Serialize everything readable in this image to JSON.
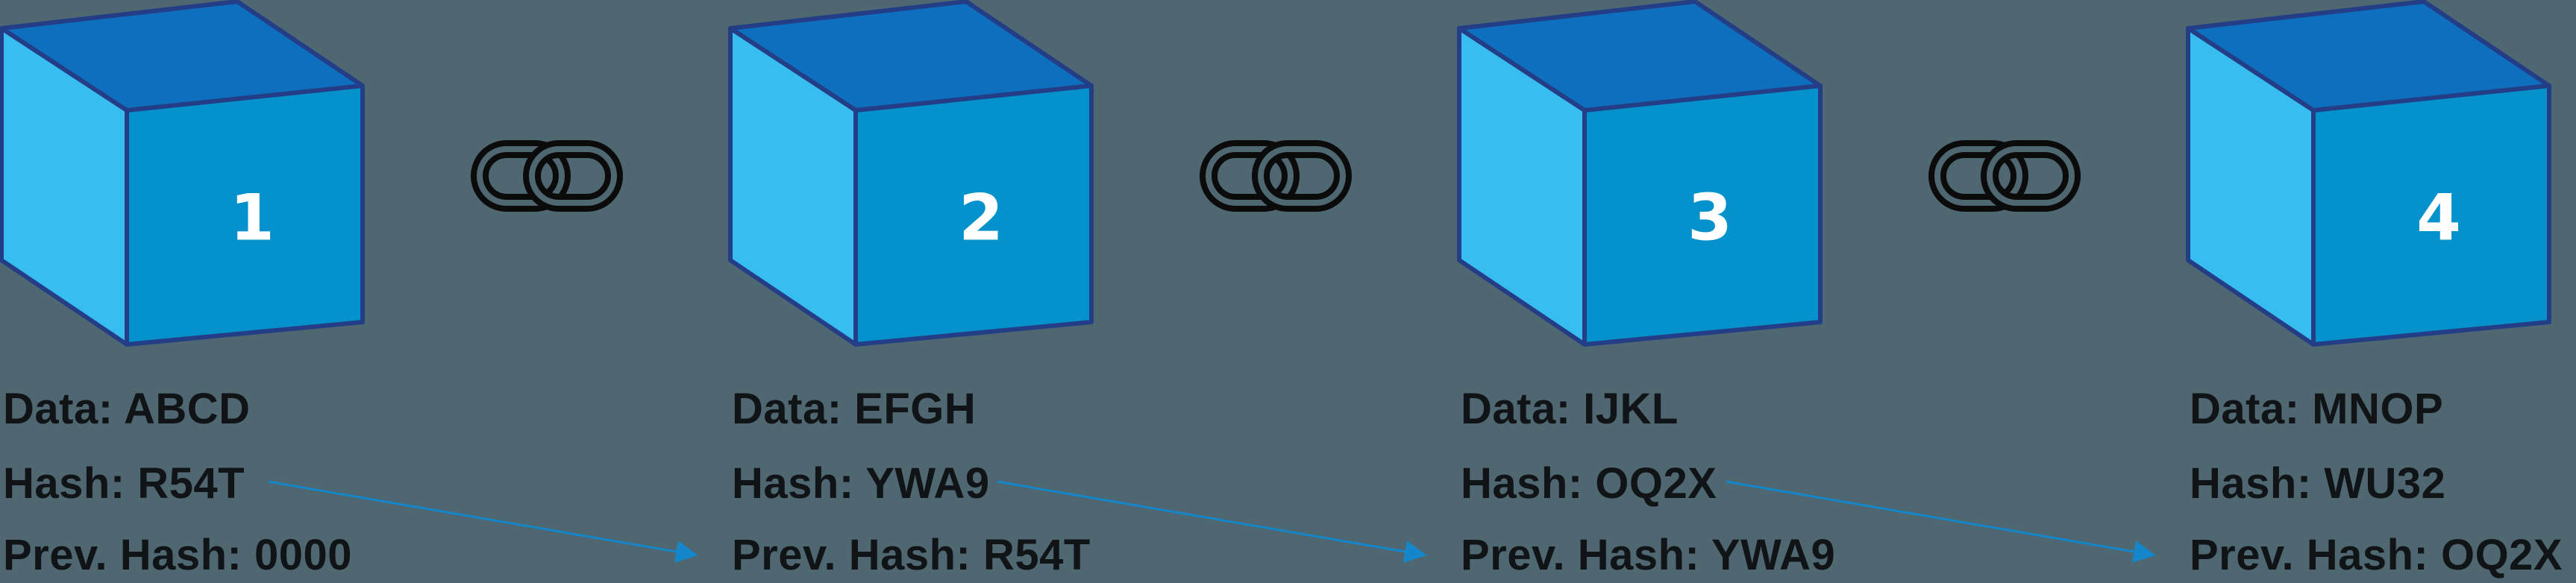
{
  "colors": {
    "background": "#4e6770",
    "cube_top": "#0e6fbe",
    "cube_left": "#38bdf0",
    "cube_front": "#0591cc",
    "cube_outline": "#233e86",
    "arrow": "#1486c9",
    "text": "#111417",
    "number": "#ffffff"
  },
  "link_icon": "chain-link-icon",
  "blocks": [
    {
      "number": "1",
      "data": "Data: ABCD",
      "hash": "Hash: R54T",
      "prev_hash": "Prev. Hash: 0000"
    },
    {
      "number": "2",
      "data": "Data: EFGH",
      "hash": "Hash: YWA9",
      "prev_hash": "Prev. Hash: R54T"
    },
    {
      "number": "3",
      "data": "Data: IJKL",
      "hash": "Hash: OQ2X",
      "prev_hash": "Prev. Hash: YWA9"
    },
    {
      "number": "4",
      "data": "Data: MNOP",
      "hash": "Hash: WU32",
      "prev_hash": "Prev. Hash: OQ2X"
    }
  ]
}
